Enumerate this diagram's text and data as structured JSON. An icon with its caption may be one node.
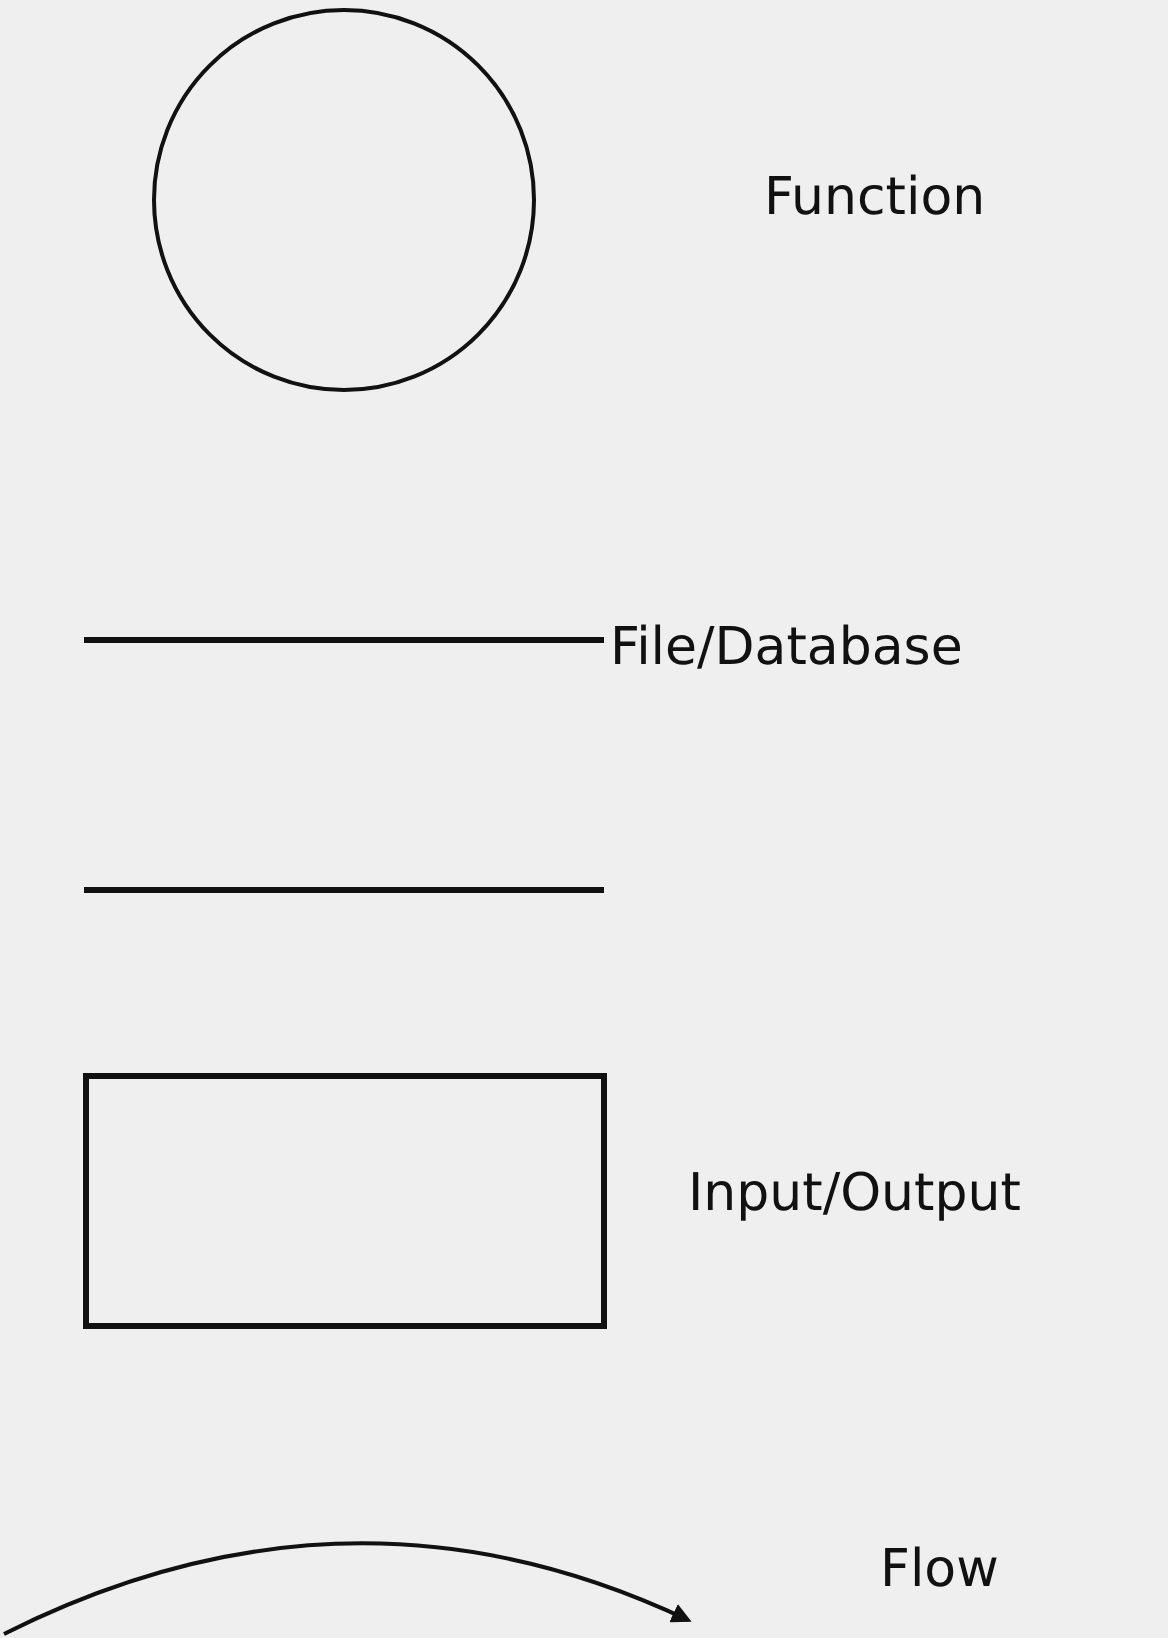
{
  "diagram": {
    "legend": [
      {
        "text": "Function"
      },
      {
        "text": "File/Database"
      },
      {
        "text": "Input/Output"
      },
      {
        "text": "Flow"
      }
    ]
  }
}
